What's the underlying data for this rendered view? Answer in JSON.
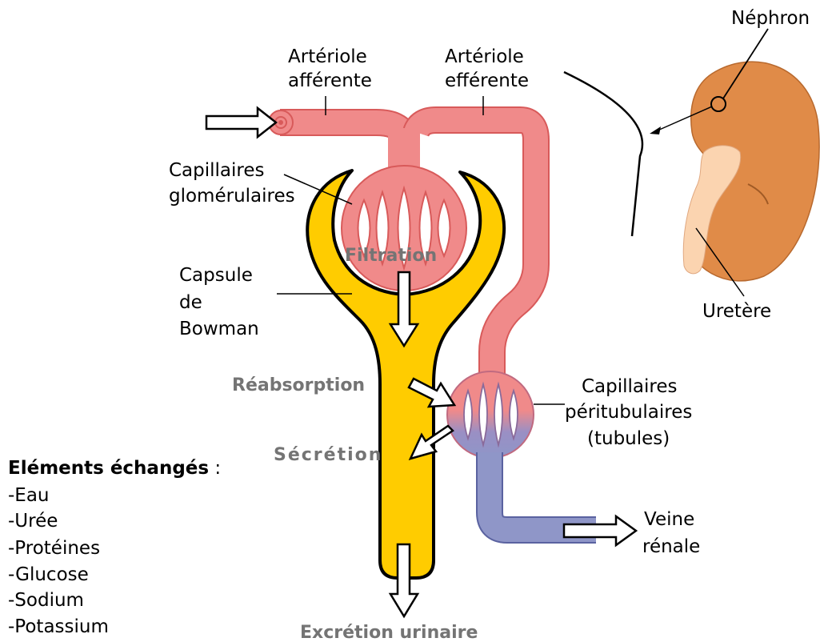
{
  "labels": {
    "nephron": "Néphron",
    "afferent_line1": "Artériole",
    "afferent_line2": "afférente",
    "efferent_line1": "Artériole",
    "efferent_line2": "efférente",
    "glomerular_line1": "Capillaires",
    "glomerular_line2": "glomérulaires",
    "bowman_line1": "Capsule",
    "bowman_line2": "de",
    "bowman_line3": "Bowman",
    "ureter": "Uretère",
    "peritubular_line1": "Capillaires",
    "peritubular_line2": "péritubulaires",
    "peritubular_line3": "(tubules)",
    "renal_vein_line1": "Veine",
    "renal_vein_line2": "rénale"
  },
  "processes": {
    "filtration": "Filtration",
    "reabsorption": "Réabsorption",
    "secretion": "Sécrétion",
    "excretion": "Excrétion urinaire"
  },
  "legend": {
    "title": "Eléments échangés",
    "title_suffix": " :",
    "items": [
      "-Eau",
      "-Urée",
      "-Protéines",
      "-Glucose",
      "-Sodium",
      "-Potassium"
    ]
  },
  "colors": {
    "artery": "#f08a8a",
    "artery_edge": "#d85a5a",
    "vein": "#8f96c8",
    "vein_edge": "#5a62a0",
    "capsule": "#ffcc00",
    "kidney": "#e08b48",
    "ureter_fill": "#fbd4b0",
    "process_text": "#747474"
  }
}
